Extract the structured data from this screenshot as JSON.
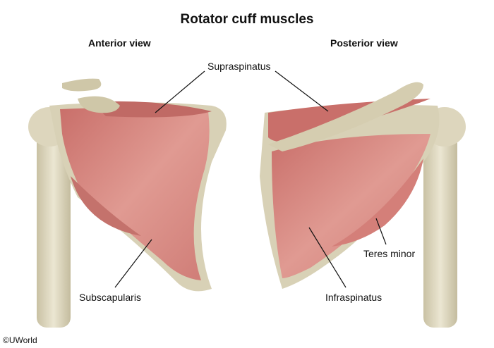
{
  "title": "Rotator cuff muscles",
  "views": {
    "anterior": "Anterior view",
    "posterior": "Posterior view"
  },
  "labels": {
    "supraspinatus": "Supraspinatus",
    "subscapularis": "Subscapularis",
    "teres_minor": "Teres minor",
    "infraspinatus": "Infraspinatus"
  },
  "copyright": "©UWorld",
  "colors": {
    "bone": "#d8d1b6",
    "muscle": "#d9857f",
    "muscle_light": "#e8aaa2"
  }
}
